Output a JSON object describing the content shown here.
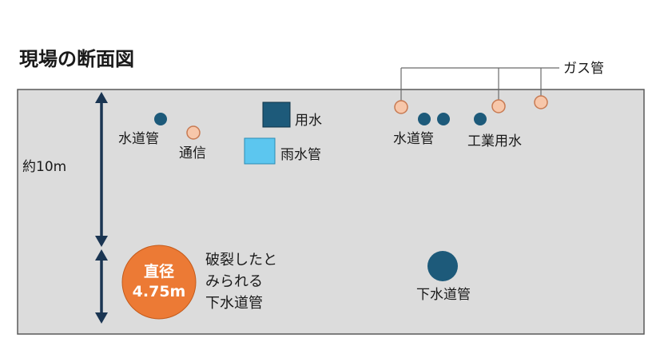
{
  "title": "現場の断面図",
  "depth_label": "約10m",
  "colors": {
    "ground": "#dcdcdc",
    "ground_border": "#5a5a5a",
    "navy": "#1d5a7a",
    "peach": "#f7c7aa",
    "peach_stroke": "#c87a52",
    "light_blue": "#5cc6ef",
    "orange": "#ec7a35",
    "arrow": "#1a3552",
    "text": "#1a1a1a"
  },
  "labels": {
    "water_pipe_left": "水道管",
    "telecom": "通信",
    "service_water": "用水",
    "storm_pipe": "雨水管",
    "water_pipe_right": "水道管",
    "industrial_water": "工業用水",
    "gas_pipe": "ガス管",
    "big_pipe_diameter_line1": "直径",
    "big_pipe_diameter_line2": "4.75m",
    "burst_note_line1": "破裂したと",
    "burst_note_line2": "みられる",
    "burst_note_line3": "下水道管",
    "sewer_pipe": "下水道管"
  }
}
